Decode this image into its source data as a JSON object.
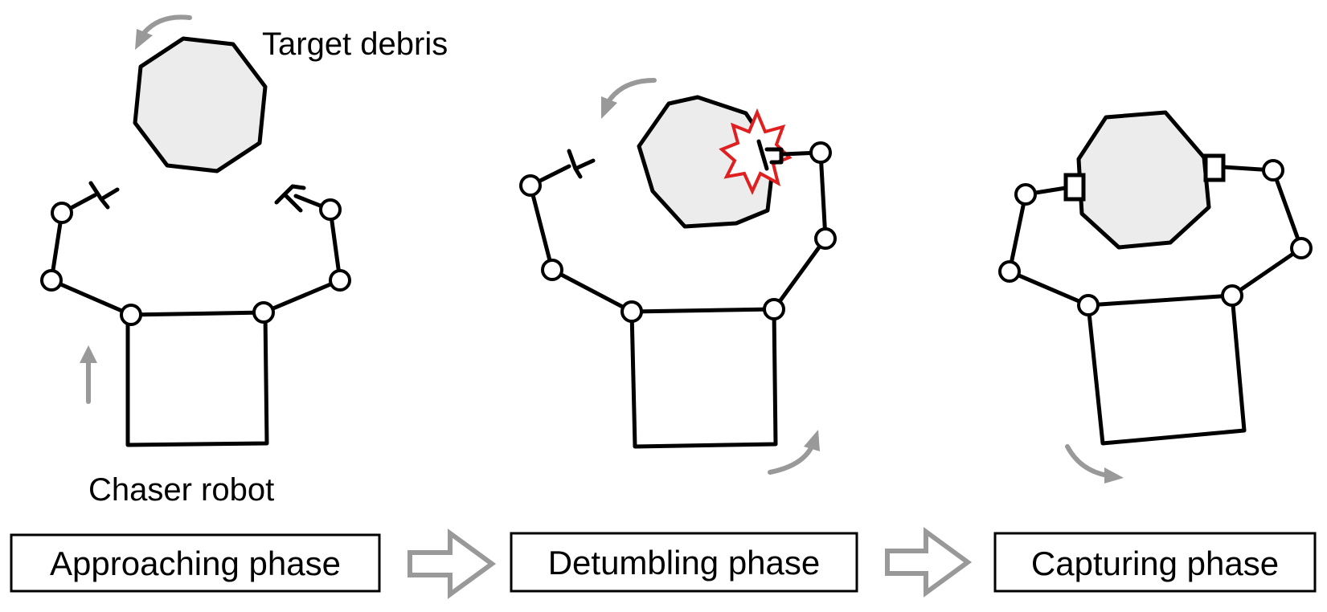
{
  "labels": {
    "target": "Target debris",
    "chaser": "Chaser robot"
  },
  "phases": [
    {
      "label": "Approaching phase"
    },
    {
      "label": "Detumbling phase"
    },
    {
      "label": "Capturing phase"
    }
  ],
  "colors": {
    "debris_fill": "#ececec",
    "line": "#000000",
    "motion_arrow": "#999999",
    "impact_star": "#e02020"
  }
}
